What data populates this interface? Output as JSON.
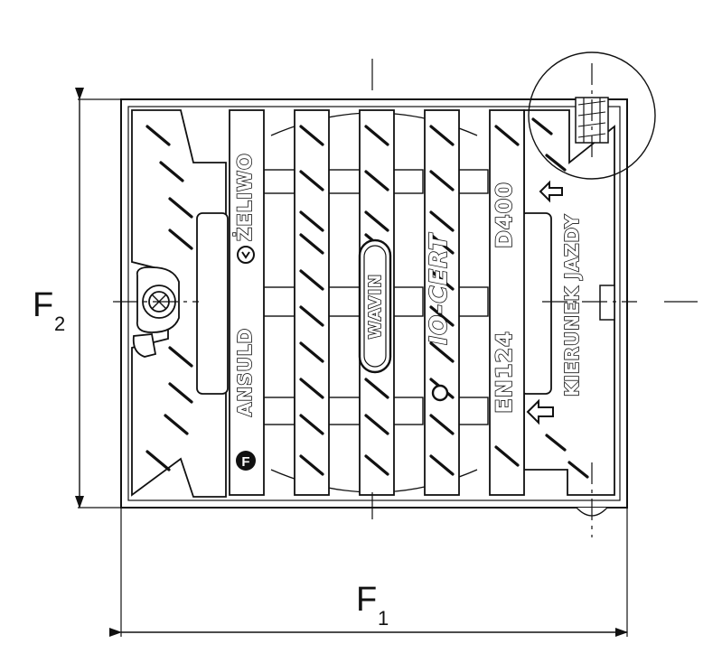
{
  "dimensions": {
    "width": {
      "letter": "F",
      "subscript": "1"
    },
    "height": {
      "letter": "F",
      "subscript": "2"
    }
  },
  "casting": {
    "bar2_text": "ŻELIWO",
    "bar2_text_lower": "ANSULD",
    "bar2_logo_letter": "F",
    "center_logo": "WAVIN",
    "bar4_text": "IO-CERT",
    "bar5_text_top": "D400",
    "bar5_text_bottom": "EN124",
    "bar6_text": "KIERUNEK JAZDY"
  },
  "colors": {
    "ink": "#111111",
    "paper": "#ffffff"
  }
}
